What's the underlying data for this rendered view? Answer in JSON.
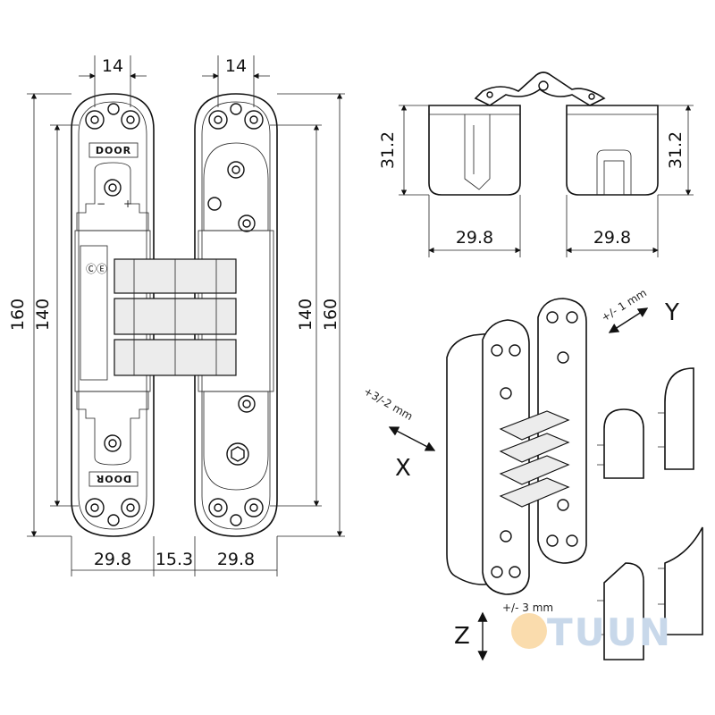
{
  "front_view": {
    "top_width_left": "14",
    "top_width_right": "14",
    "height_outer_left": "160",
    "height_inner_left": "140",
    "height_inner_right": "140",
    "height_outer_right": "160",
    "bottom_left_width": "29.8",
    "bottom_gap": "15.3",
    "bottom_right_width": "29.8",
    "plate_text_top": "DOOR",
    "plate_text_bottom": "DOOR"
  },
  "top_view": {
    "depth_left": "31.2",
    "depth_right": "31.2",
    "width_left": "29.8",
    "width_right": "29.8"
  },
  "adjustment": {
    "y_range": "+/- 1 mm",
    "y_axis": "Y",
    "x_range": "+3/-2 mm",
    "x_axis": "X",
    "z_range": "+/- 3 mm",
    "z_axis": "Z"
  },
  "watermark": "TUUN",
  "colors": {
    "line": "#111111",
    "watermark": "#c8d8ea",
    "watermark_dot": "#f0a24a"
  }
}
